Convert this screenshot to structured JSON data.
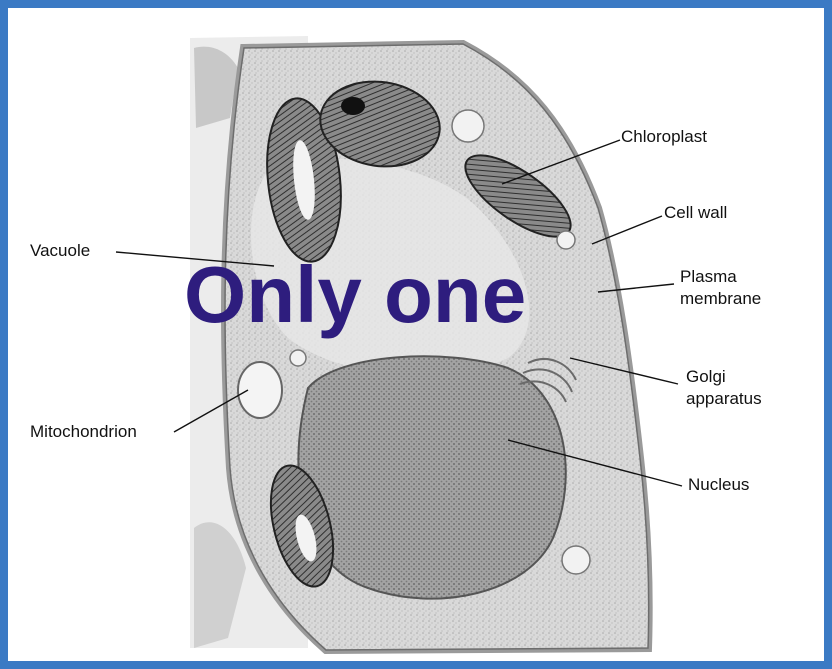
{
  "colors": {
    "frame": "#3b7ac4",
    "overlay_text": "#2e1d7e",
    "label_text": "#111111",
    "cytoplasm": "#d8d8d8",
    "nucleus": "#9a9a9a"
  },
  "overlay": {
    "text": "Only one"
  },
  "labels": {
    "chloroplast": "Chloroplast",
    "cell_wall": "Cell wall",
    "plasma_membrane_line1": "Plasma",
    "plasma_membrane_line2": "membrane",
    "vacuole": "Vacuole",
    "golgi_line1": "Golgi",
    "golgi_line2": "apparatus",
    "mitochondrion": "Mitochondrion",
    "nucleus": "Nucleus"
  }
}
